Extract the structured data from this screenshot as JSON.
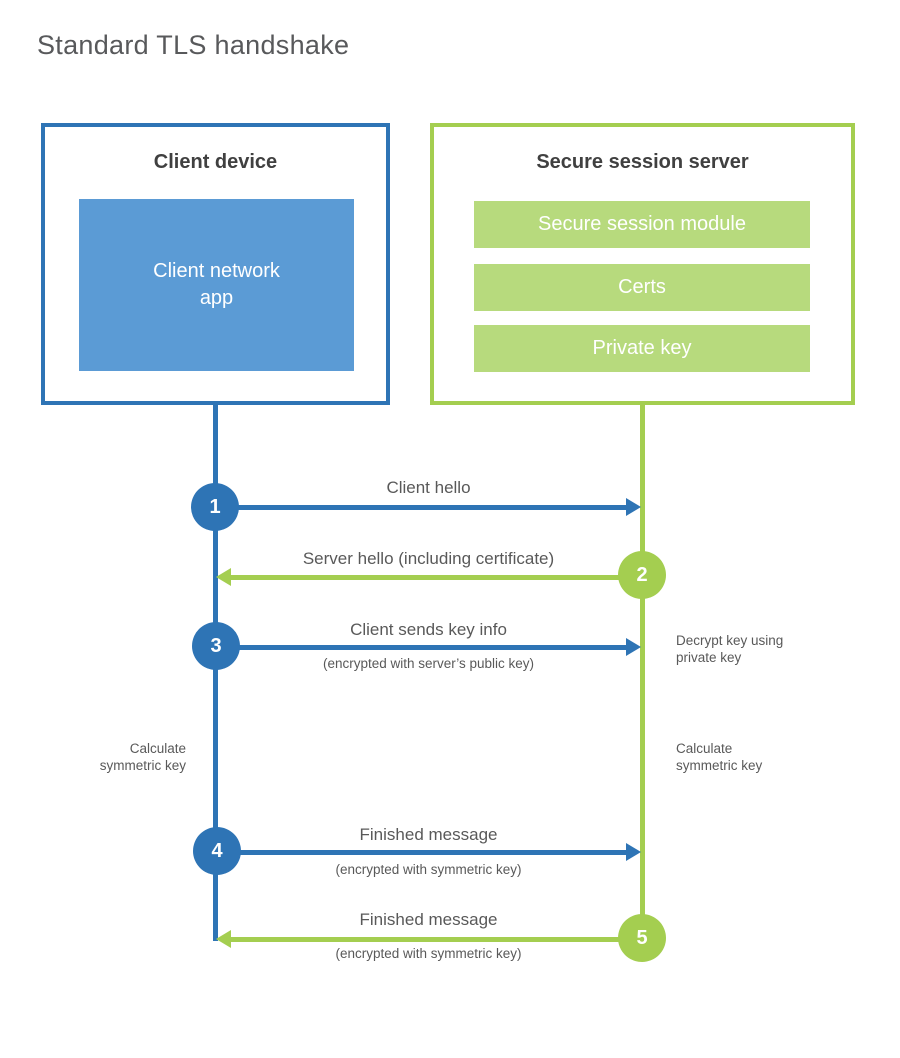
{
  "title": "Standard TLS handshake",
  "colors": {
    "blue_accent": "#2e74b5",
    "blue_fill": "#5b9bd5",
    "green_accent": "#a4ce50",
    "green_fill": "#b7da7d",
    "heading_text": "#404040",
    "label_text": "#595959"
  },
  "client": {
    "title": "Client device",
    "app_label": "Client network\napp"
  },
  "server": {
    "title": "Secure session server",
    "modules": [
      "Secure session module",
      "Certs",
      "Private key"
    ]
  },
  "steps": [
    {
      "num": "1",
      "actor": "client",
      "direction": "right",
      "label": "Client hello",
      "sub": ""
    },
    {
      "num": "2",
      "actor": "server",
      "direction": "left",
      "label": "Server hello (including certificate)",
      "sub": ""
    },
    {
      "num": "3",
      "actor": "client",
      "direction": "right",
      "label": "Client sends key info",
      "sub": "(encrypted with server’s public key)"
    },
    {
      "num": "4",
      "actor": "client",
      "direction": "right",
      "label": "Finished message",
      "sub": "(encrypted with symmetric key)"
    },
    {
      "num": "5",
      "actor": "server",
      "direction": "left",
      "label": "Finished message",
      "sub": "(encrypted with symmetric key)"
    }
  ],
  "side_notes": {
    "decrypt": "Decrypt key using\nprivate key",
    "calc_left": "Calculate\nsymmetric key",
    "calc_right": "Calculate\nsymmetric key"
  }
}
